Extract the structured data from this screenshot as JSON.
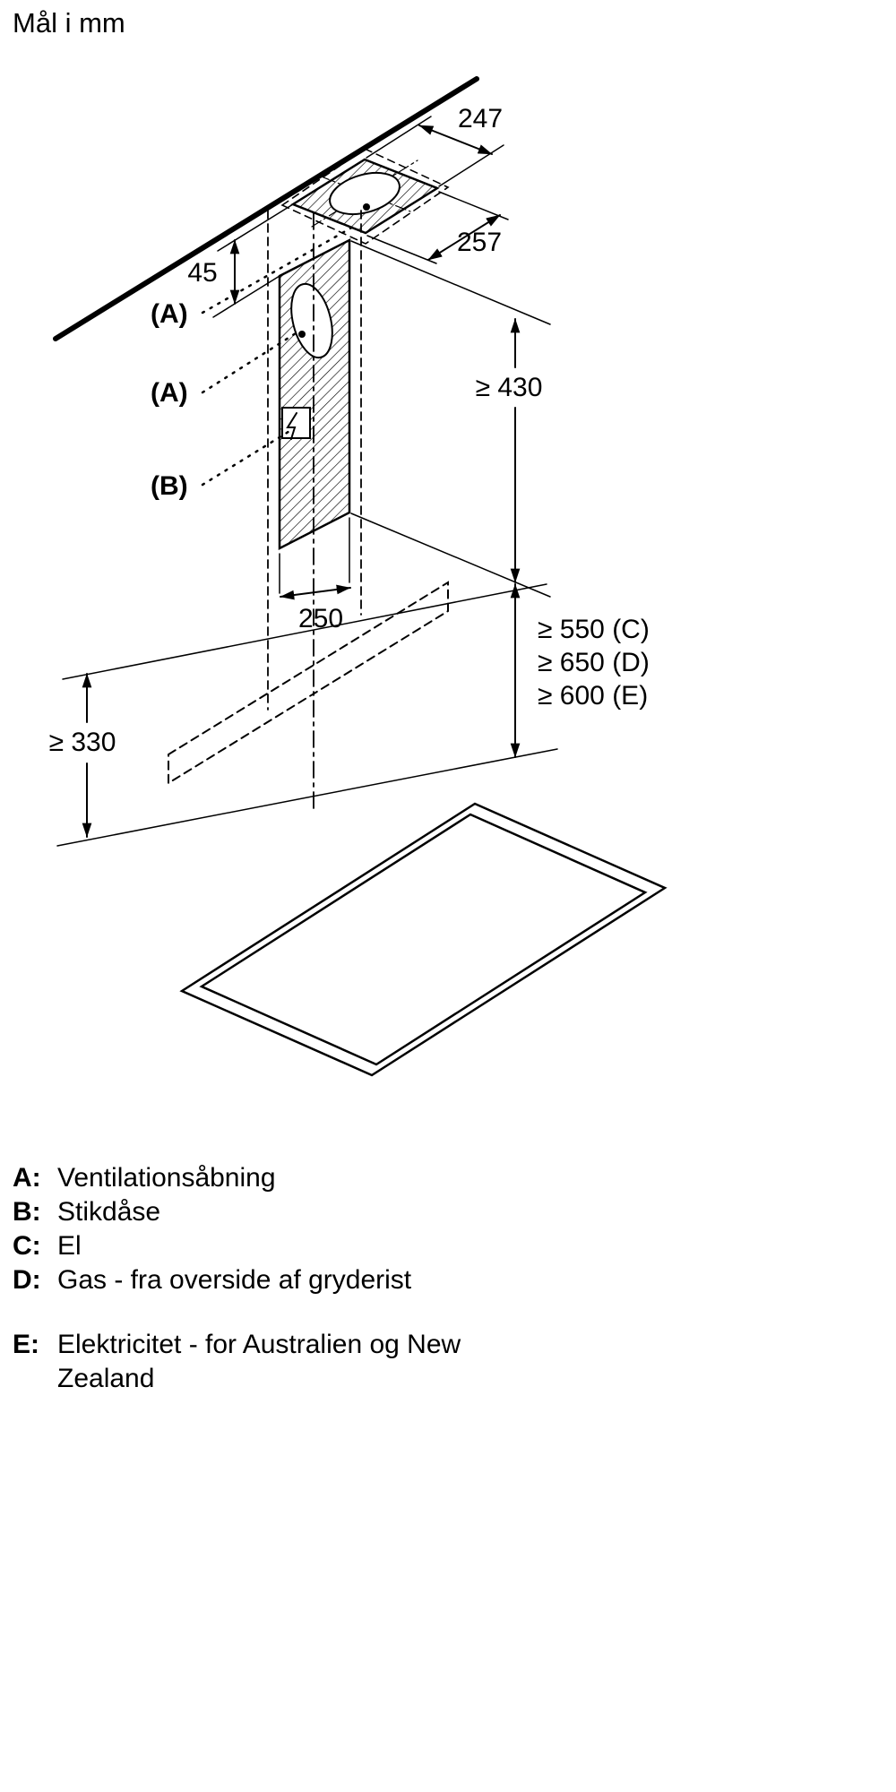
{
  "title": "Mål i mm",
  "diagram": {
    "dimensions": {
      "top_width": "247",
      "top_depth": "257",
      "offset_45": "45",
      "min_430": "≥ 430",
      "duct_width_250": "250",
      "min_550_c": "≥ 550 (C)",
      "min_650_d": "≥ 650 (D)",
      "min_600_e": "≥ 600 (E)",
      "min_330": "≥ 330"
    },
    "callouts": {
      "a_top": "(A)",
      "a_mid": "(A)",
      "b": "(B)"
    }
  },
  "legend": {
    "items": [
      {
        "key": "A:",
        "text": "Ventilationsåbning"
      },
      {
        "key": "B:",
        "text": "Stikdåse"
      },
      {
        "key": "C:",
        "text": "El"
      },
      {
        "key": "D:",
        "text": "Gas - fra overside af gryderist"
      },
      {
        "key": "E:",
        "text": "Elektricitet - for Australien og New Zealand"
      }
    ]
  }
}
